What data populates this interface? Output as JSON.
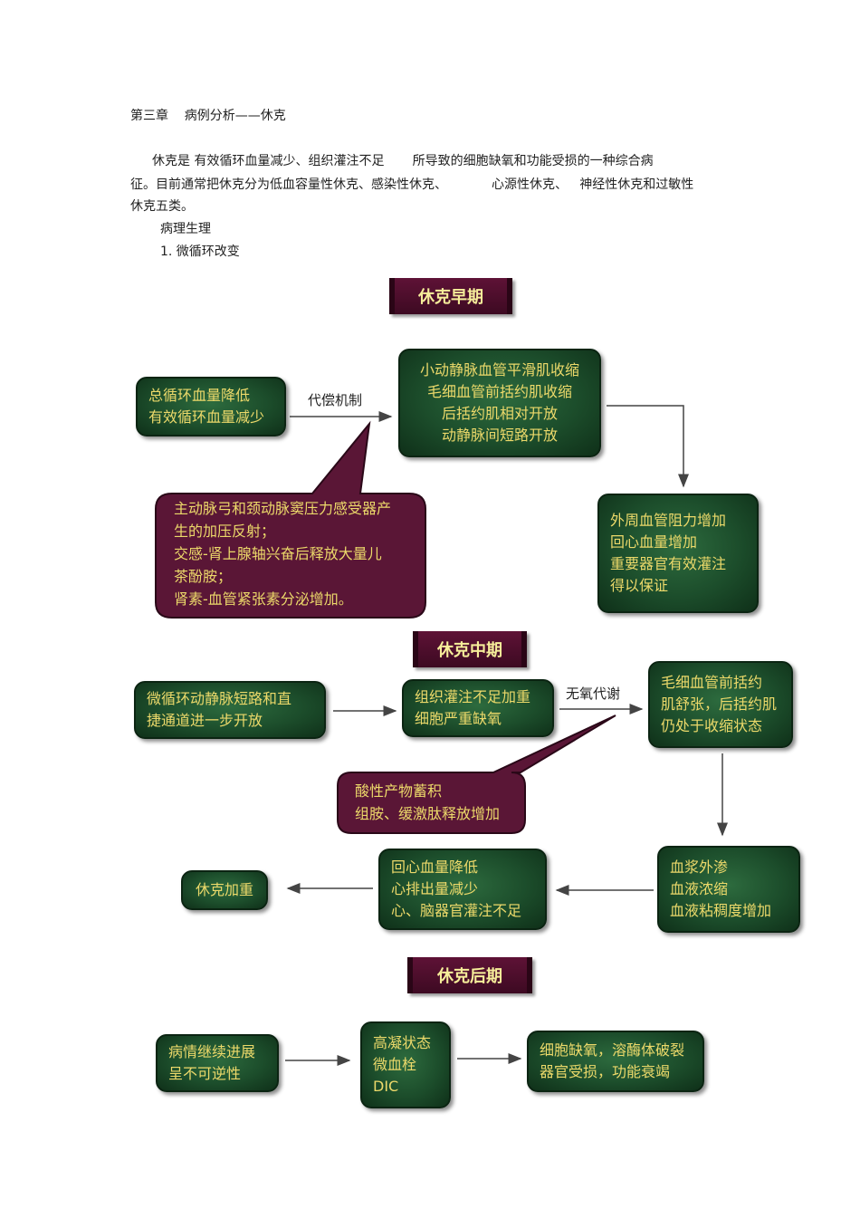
{
  "header": {
    "title": "第三章    病例分析——休克",
    "para_line1": "休克是 有效循环血量减少、组织灌注不足       所导致的细胞缺氧和功能受损的一种综合病",
    "para_line2": "征。目前通常把休克分为低血容量性休克、感染性休克、           心源性休克、   神经性休克和过敏性",
    "para_line3": "休克五类。",
    "section": "病理生理",
    "subsection": "1. 微循环改变"
  },
  "early": {
    "banner": "休克早期",
    "box_a": [
      "总循环血量降低",
      "有效循环血量减少"
    ],
    "arrow_label": "代偿机制",
    "box_b": [
      "小动静脉血管平滑肌收缩",
      "毛细血管前括约肌收缩",
      "后括约肌相对开放",
      "动静脉间短路开放"
    ],
    "bubble": [
      "主动脉弓和颈动脉窦压力感受器产",
      "生的加压反射；",
      "交感-肾上腺轴兴奋后释放大量儿",
      "茶酚胺；",
      "肾素-血管紧张素分泌增加。"
    ],
    "box_c": [
      "外周血管阻力增加",
      "回心血量增加",
      "重要器官有效灌注",
      "得以保证"
    ]
  },
  "middle": {
    "banner": "休克中期",
    "box_a": [
      "微循环动静脉短路和直",
      "捷通道进一步开放"
    ],
    "box_b": [
      "组织灌注不足加重",
      "细胞严重缺氧"
    ],
    "arrow_label": "无氧代谢",
    "box_c": [
      "毛细血管前括约",
      "肌舒张，后括约肌",
      "仍处于收缩状态"
    ],
    "bubble": [
      "酸性产物蓄积",
      "组胺、缓激肽释放增加"
    ],
    "box_d": [
      "血浆外渗",
      "血液浓缩",
      "血液粘稠度增加"
    ],
    "box_e": [
      "回心血量降低",
      "心排出量减少",
      "心、脑器官灌注不足"
    ],
    "box_f": [
      "休克加重"
    ]
  },
  "late": {
    "banner": "休克后期",
    "box_a": [
      "病情继续进展",
      "呈不可逆性"
    ],
    "box_b": [
      "高凝状态",
      "微血栓",
      "DIC"
    ],
    "box_c": [
      "细胞缺氧，溶酶体破裂",
      "器官受损，功能衰竭"
    ]
  },
  "colors": {
    "box_green": "#1c4d2b",
    "box_text": "#ecd96a",
    "bubble_maroon": "#5a1636",
    "banner_text": "#f6ee9a"
  }
}
